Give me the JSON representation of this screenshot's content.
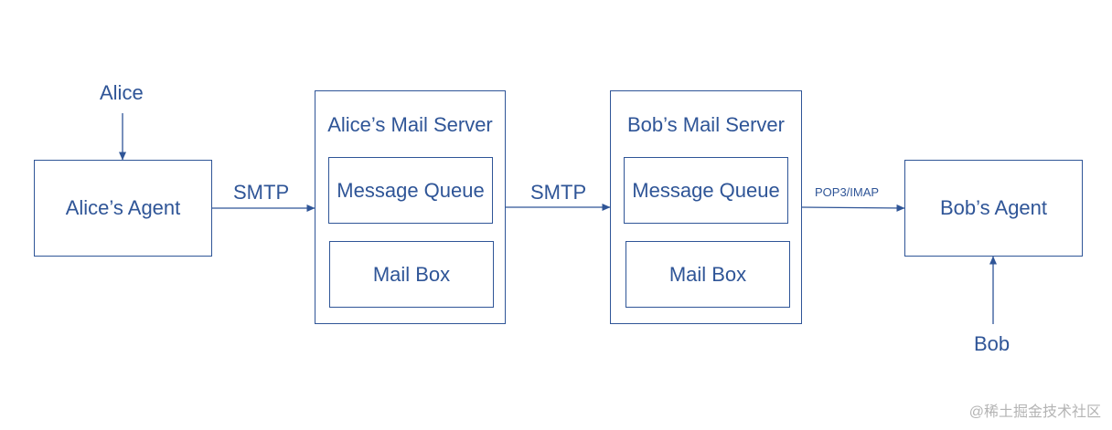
{
  "nodes": {
    "alice_agent": "Alice’s Agent",
    "alice_server": {
      "title": "Alice’s Mail Server",
      "queue": "Message Queue",
      "mailbox": "Mail Box"
    },
    "bob_server": {
      "title": "Bob’s Mail Server",
      "queue": "Message Queue",
      "mailbox": "Mail Box"
    },
    "bob_agent": "Bob’s Agent"
  },
  "actors": {
    "alice": "Alice",
    "bob": "Bob"
  },
  "edges": {
    "smtp_1": "SMTP",
    "smtp_2": "SMTP",
    "pop3_imap": "POP3/IMAP"
  },
  "watermark": "@稀土掘金技术社区",
  "colors": {
    "stroke": "#2f5597",
    "text": "#2f5597",
    "watermark": "#b4b4b4"
  }
}
